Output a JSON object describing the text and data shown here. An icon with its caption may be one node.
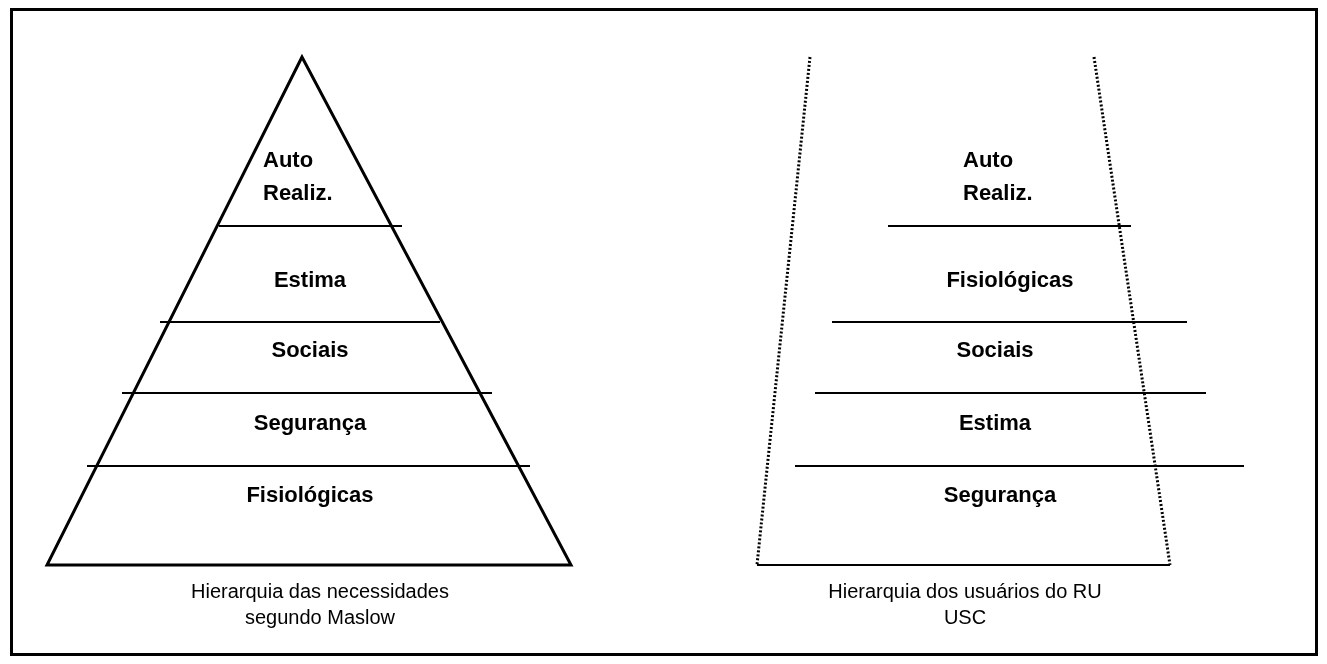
{
  "diagram": {
    "nodes": [
      {
        "text": [],
        "shape": "triangle",
        "beside": [
          "Hierarquia das necessidades segundo Maslow"
        ]
      },
      {
        "text": [
          "Auto Realiz."
        ],
        "in": 0
      },
      {
        "text": [
          "Estima"
        ],
        "in": 0
      },
      {
        "text": [
          "Sociais"
        ],
        "in": 0
      },
      {
        "text": [
          "Segurança"
        ],
        "in": 0
      },
      {
        "text": [
          "Fisiológicas"
        ],
        "in": 0
      },
      {
        "text": [],
        "shape": "trapezoid",
        "beside": [
          "Hierarquia dos usuários do RU USC"
        ]
      },
      {
        "text": [
          "Auto Realiz."
        ],
        "in": 6
      },
      {
        "text": [
          "Fisiológicas"
        ],
        "in": 6
      },
      {
        "text": [
          "Sociais"
        ],
        "in": 6
      },
      {
        "text": [
          "Estima"
        ],
        "in": 6
      },
      {
        "text": [
          "Segurança"
        ],
        "in": 6
      }
    ],
    "edges": []
  }
}
